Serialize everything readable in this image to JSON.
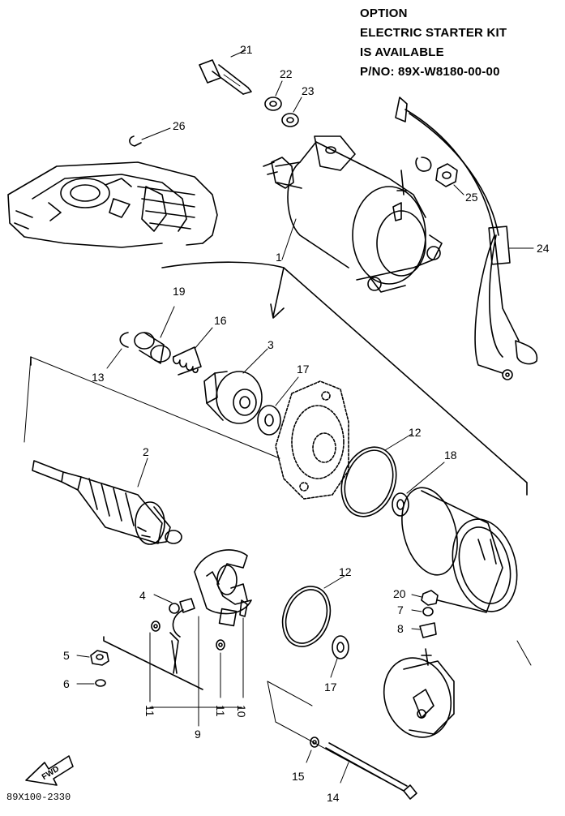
{
  "option_box": {
    "line1": "OPTION",
    "line2": "ELECTRIC STARTER KIT",
    "line3": "IS AVAILABLE",
    "line4": "P/NO: 89X-W8180-00-00"
  },
  "part_numbers": {
    "p1": "1",
    "p2": "2",
    "p3": "3",
    "p4": "4",
    "p5": "5",
    "p6": "6",
    "p7": "7",
    "p8": "8",
    "p9": "9",
    "p10": "10",
    "p11a": "11",
    "p11b": "11",
    "p12a": "12",
    "p12b": "12",
    "p13": "13",
    "p14": "14",
    "p15": "15",
    "p16": "16",
    "p17a": "17",
    "p17b": "17",
    "p18": "18",
    "p19": "19",
    "p20": "20",
    "p21": "21",
    "p22": "22",
    "p23": "23",
    "p24": "24",
    "p25": "25",
    "p26": "26"
  },
  "fwd_label": "FWD",
  "diagram_code": "89X100-2330"
}
